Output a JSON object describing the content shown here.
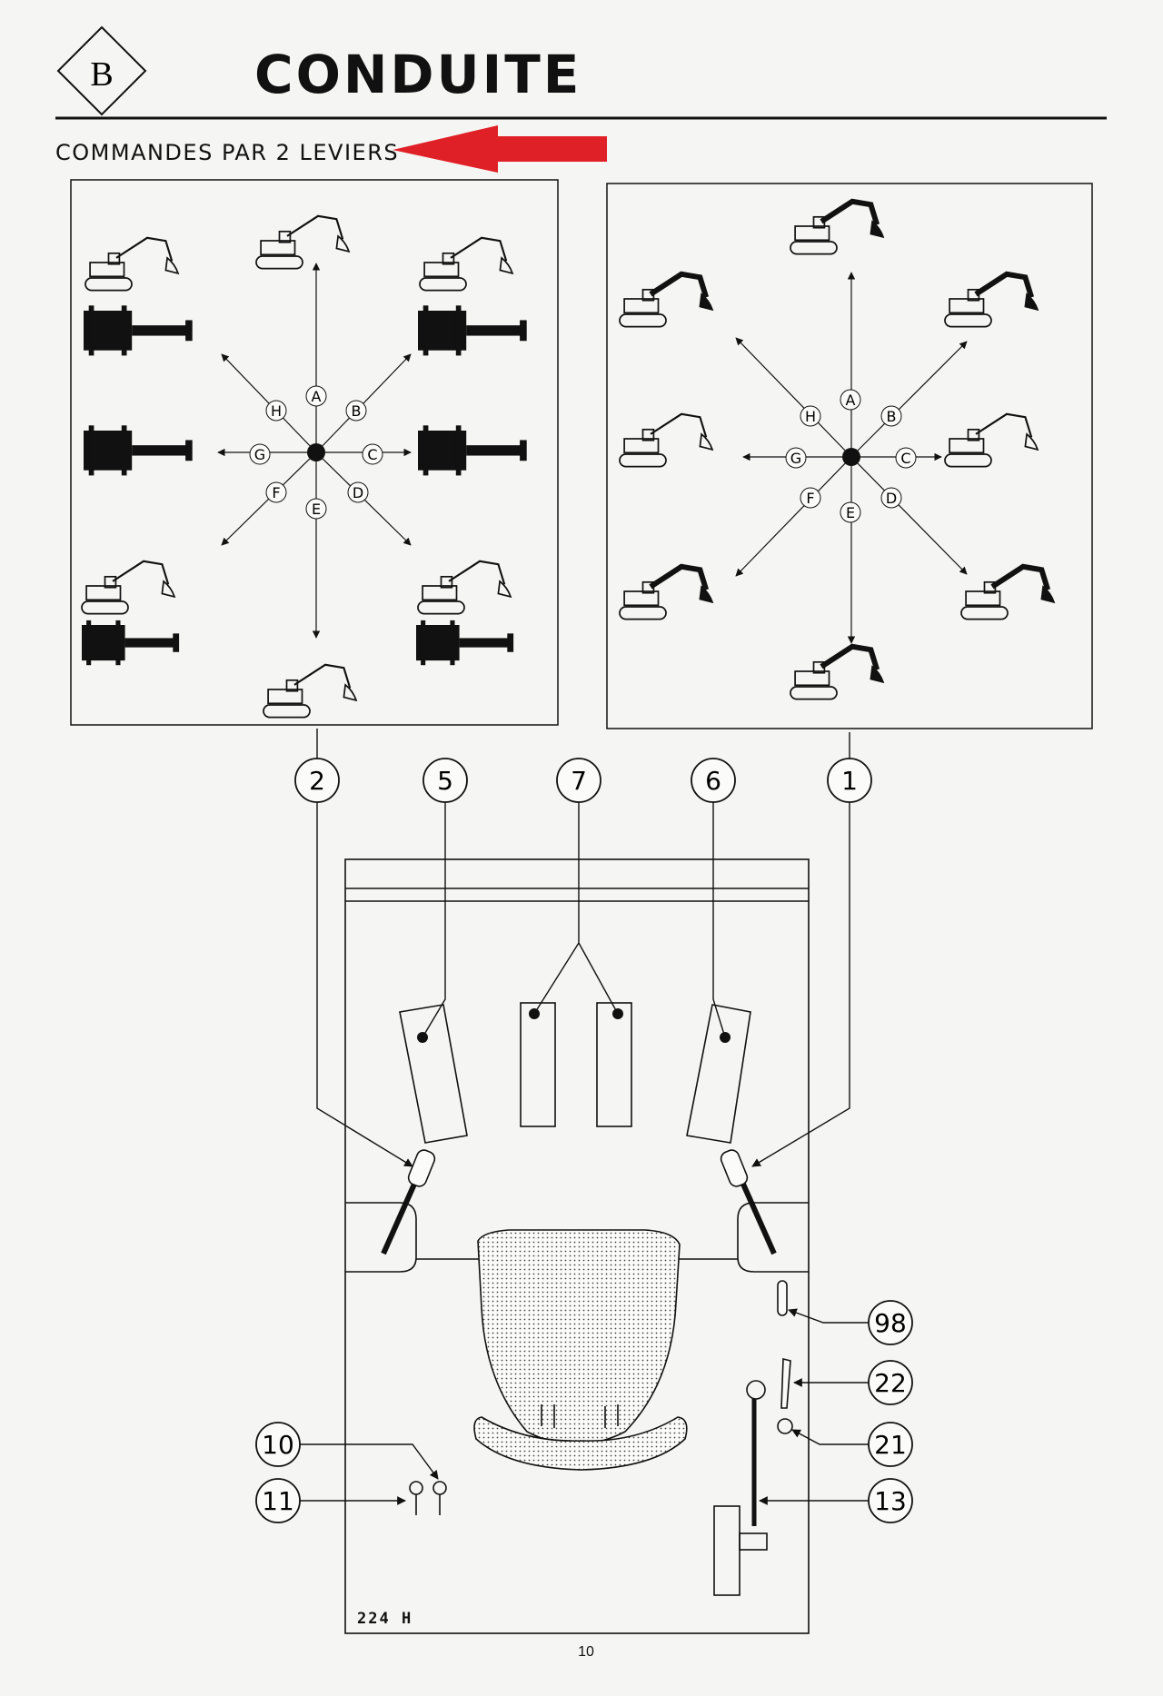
{
  "header": {
    "section_letter": "B",
    "title": "CONDUITE",
    "subtitle": "COMMANDES PAR 2 LEVIERS",
    "arrow_color": "#e02027"
  },
  "left_panel": {
    "direction_letters": [
      "A",
      "B",
      "C",
      "D",
      "E",
      "F",
      "G",
      "H"
    ]
  },
  "right_panel": {
    "direction_letters": [
      "A",
      "B",
      "C",
      "D",
      "E",
      "F",
      "G",
      "H"
    ]
  },
  "cab": {
    "callouts": {
      "c2": "2",
      "c5": "5",
      "c7": "7",
      "c6": "6",
      "c1": "1",
      "c98": "98",
      "c22": "22",
      "c21": "21",
      "c13": "13",
      "c10": "10",
      "c11": "11"
    },
    "diagram_code": "224 H"
  },
  "footer": {
    "page_number": "10"
  }
}
